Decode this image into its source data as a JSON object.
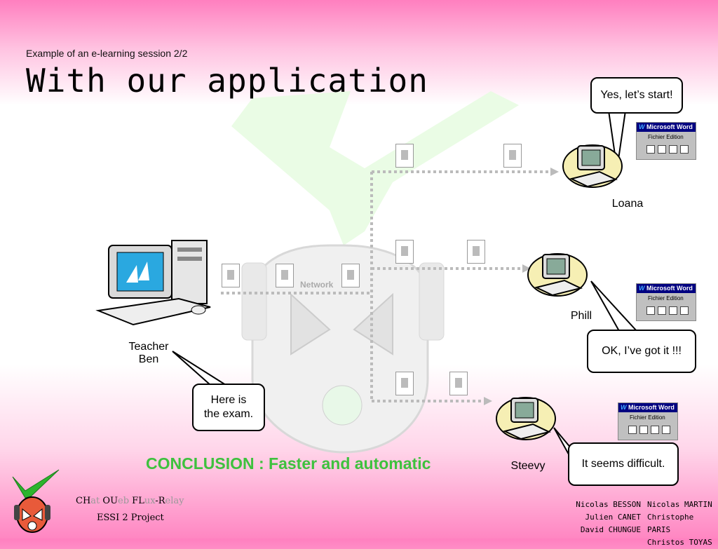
{
  "slide": {
    "subtitle": "Example of an e-learning session 2/2",
    "title": "With our application",
    "network_label": "Network",
    "teacher_label_line1": "Teacher",
    "teacher_label_line2": "Ben",
    "teacher_bubble_line1": "Here is",
    "teacher_bubble_line2": "the exam.",
    "students": [
      {
        "name": "Loana",
        "bubble": "Yes, let’s start!"
      },
      {
        "name": "Phill",
        "bubble": "OK, I’ve got it !!!"
      },
      {
        "name": "Steevy",
        "bubble": "It seems difficult."
      }
    ],
    "word_toolbar": {
      "title": "Microsoft Word",
      "menu1": "Fichier",
      "menu2": "Edition"
    },
    "conclusion": "CONCLUSION : Faster and automatic",
    "brand": {
      "p1": "CH",
      "p2": "at",
      "p3": " OU",
      "p4": "eb",
      "p5": " FL",
      "p6": "ux",
      "p7": "-R",
      "p8": "elay"
    },
    "project": "ESSI 2 Project",
    "credits_left": [
      "Nicolas BESSON",
      "Julien CANET",
      "David CHUNGUE"
    ],
    "credits_right": [
      "Nicolas MARTIN",
      "Christophe PARIS",
      "Christos TOYAS"
    ]
  },
  "colors": {
    "accent_green": "#3ec13e",
    "pink": "#ff86c2",
    "dotted_line": "#bbbbbb"
  }
}
